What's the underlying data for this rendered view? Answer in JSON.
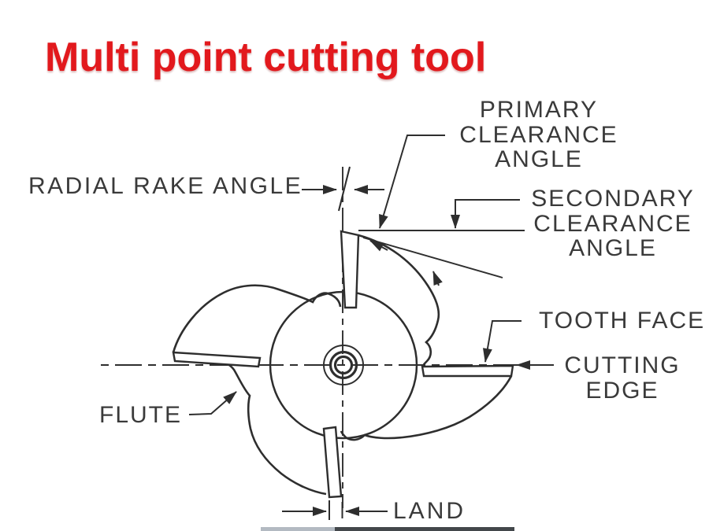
{
  "title": "Multi point cutting tool",
  "figure": {
    "description": "Cross-section diagram of a four-tooth plain milling cutter with tooth nomenclature callouts",
    "labels": {
      "radial_rake": "RADIAL RAKE ANGLE",
      "primary": "PRIMARY\nCLEARANCE\nANGLE",
      "secondary": "SECONDARY\nCLEARANCE\nANGLE",
      "tooth_face": "TOOTH FACE",
      "cutting_edge": "CUTTING\nEDGE",
      "flute": "FLUTE",
      "land": "LAND"
    }
  },
  "colors": {
    "background": "#ffffff",
    "title_red": "#e2191d",
    "line_art": "#2e2e2e",
    "label_text": "#3a3a3a",
    "bottom_bar_light": "#b3bac2",
    "bottom_bar_dark": "#43474b"
  }
}
